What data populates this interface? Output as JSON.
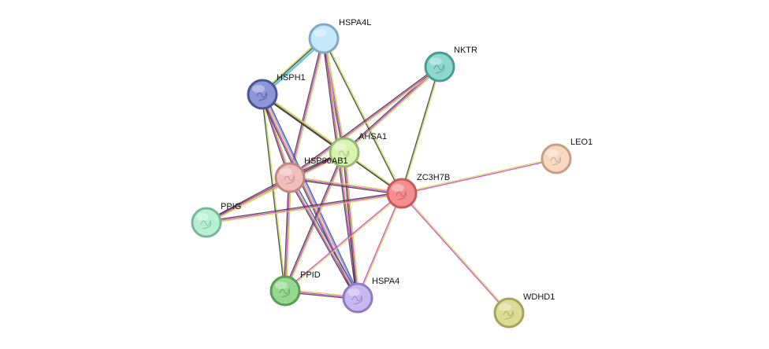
{
  "network": {
    "nodes": [
      {
        "id": "HSPA4L",
        "label": "HSPA4L",
        "fill": "#c6e8fb",
        "stroke": "#7fa9c4"
      },
      {
        "id": "NKTR",
        "label": "NKTR",
        "fill": "#8fd8cf",
        "stroke": "#4a9a90"
      },
      {
        "id": "HSPH1",
        "label": "HSPH1",
        "fill": "#8c95d8",
        "stroke": "#4a5596"
      },
      {
        "id": "AHSA1",
        "label": "AHSA1",
        "fill": "#d9f3b0",
        "stroke": "#98b874"
      },
      {
        "id": "HSP90AB1",
        "label": "HSP90AB1",
        "fill": "#f2bdbd",
        "stroke": "#c08585"
      },
      {
        "id": "ZC3H7B",
        "label": "ZC3H7B",
        "fill": "#f58e8e",
        "stroke": "#c45a5a"
      },
      {
        "id": "LEO1",
        "label": "LEO1",
        "fill": "#f8d8c0",
        "stroke": "#c79e82"
      },
      {
        "id": "PPIG",
        "label": "PPIG",
        "fill": "#b8f0d4",
        "stroke": "#78b899"
      },
      {
        "id": "PPID",
        "label": "PPID",
        "fill": "#96d890",
        "stroke": "#5a9c55"
      },
      {
        "id": "HSPA4",
        "label": "HSPA4",
        "fill": "#c8b8f2",
        "stroke": "#8d7cbf"
      },
      {
        "id": "WDHD1",
        "label": "WDHD1",
        "fill": "#dcdc96",
        "stroke": "#a4a45a"
      }
    ],
    "edges": [
      {
        "source": "HSPA4L",
        "target": "HSPH1",
        "colors": [
          "#2fb2c8",
          "#58c4d6",
          "#3a3a3a",
          "#c9d84a"
        ]
      },
      {
        "source": "HSPA4L",
        "target": "AHSA1",
        "colors": [
          "#c9d84a",
          "#d23ad2",
          "#3a3a3a"
        ]
      },
      {
        "source": "HSPA4L",
        "target": "HSP90AB1",
        "colors": [
          "#c9d84a",
          "#d23ad2",
          "#3a3a3a"
        ]
      },
      {
        "source": "HSPA4L",
        "target": "ZC3H7B",
        "colors": [
          "#c9d84a",
          "#3a3a3a"
        ]
      },
      {
        "source": "HSPA4L",
        "target": "HSPA4",
        "colors": [
          "#c9d84a",
          "#d23ad2",
          "#3a3a3a"
        ]
      },
      {
        "source": "NKTR",
        "target": "AHSA1",
        "colors": [
          "#c9d84a",
          "#d23ad2",
          "#3a3a3a"
        ]
      },
      {
        "source": "NKTR",
        "target": "HSP90AB1",
        "colors": [
          "#c9d84a",
          "#d23ad2",
          "#3a3a3a"
        ]
      },
      {
        "source": "NKTR",
        "target": "ZC3H7B",
        "colors": [
          "#c9d84a",
          "#3a3a3a"
        ]
      },
      {
        "source": "HSPH1",
        "target": "AHSA1",
        "colors": [
          "#c9d84a",
          "#d23ad2",
          "#3a3a3a"
        ]
      },
      {
        "source": "HSPH1",
        "target": "HSP90AB1",
        "colors": [
          "#c9d84a",
          "#d23ad2",
          "#3a3a3a"
        ]
      },
      {
        "source": "HSPH1",
        "target": "ZC3H7B",
        "colors": [
          "#c9d84a",
          "#3a3a3a"
        ]
      },
      {
        "source": "HSPH1",
        "target": "PPID",
        "colors": [
          "#c9d84a",
          "#3a3a3a"
        ]
      },
      {
        "source": "HSPH1",
        "target": "HSPA4",
        "colors": [
          "#3a3ad2",
          "#8a8ae0",
          "#c9d84a",
          "#d23ad2",
          "#3a3a3a"
        ]
      },
      {
        "source": "AHSA1",
        "target": "HSP90AB1",
        "colors": [
          "#c9d84a",
          "#d23ad2",
          "#3a3a3a"
        ]
      },
      {
        "source": "AHSA1",
        "target": "ZC3H7B",
        "colors": [
          "#c9d84a",
          "#3a3a3a"
        ]
      },
      {
        "source": "AHSA1",
        "target": "PPIG",
        "colors": [
          "#c9d84a",
          "#d23ad2",
          "#3a3a3a"
        ]
      },
      {
        "source": "AHSA1",
        "target": "PPID",
        "colors": [
          "#c9d84a",
          "#d23ad2",
          "#3a3a3a"
        ]
      },
      {
        "source": "AHSA1",
        "target": "HSPA4",
        "colors": [
          "#c9d84a",
          "#d23ad2",
          "#3a3a3a"
        ]
      },
      {
        "source": "HSP90AB1",
        "target": "ZC3H7B",
        "colors": [
          "#c9d84a",
          "#d23ad2",
          "#3a3a3a"
        ]
      },
      {
        "source": "HSP90AB1",
        "target": "PPIG",
        "colors": [
          "#c9d84a",
          "#d23ad2",
          "#3a3a3a"
        ]
      },
      {
        "source": "HSP90AB1",
        "target": "PPID",
        "colors": [
          "#c9d84a",
          "#d23ad2",
          "#3a3a3a"
        ]
      },
      {
        "source": "HSP90AB1",
        "target": "HSPA4",
        "colors": [
          "#3a3ad2",
          "#c9d84a",
          "#d23ad2",
          "#3a3a3a"
        ]
      },
      {
        "source": "ZC3H7B",
        "target": "PPIG",
        "colors": [
          "#c9d84a",
          "#d23ad2",
          "#3a3a3a"
        ]
      },
      {
        "source": "ZC3H7B",
        "target": "PPID",
        "colors": [
          "#c9d84a",
          "#d23ad2"
        ]
      },
      {
        "source": "ZC3H7B",
        "target": "HSPA4",
        "colors": [
          "#c9d84a",
          "#d23ad2"
        ]
      },
      {
        "source": "ZC3H7B",
        "target": "LEO1",
        "colors": [
          "#c9d84a",
          "#d23ad2"
        ]
      },
      {
        "source": "ZC3H7B",
        "target": "WDHD1",
        "colors": [
          "#c9d84a",
          "#d23ad2"
        ]
      },
      {
        "source": "PPID",
        "target": "HSPA4",
        "colors": [
          "#c9d84a",
          "#d23ad2",
          "#3a3a3a"
        ]
      }
    ]
  }
}
